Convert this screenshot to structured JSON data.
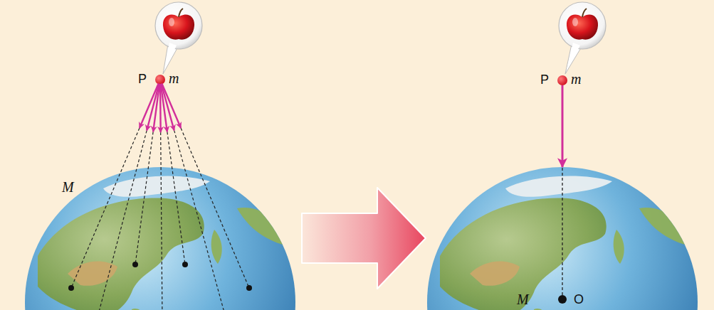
{
  "diagram": {
    "nodes": [
      {
        "text": [
          "P",
          "m"
        ]
      },
      {
        "text": [
          "M"
        ]
      },
      {
        "text": [
          "P",
          "m"
        ]
      },
      {
        "text": [
          "M",
          "O"
        ]
      }
    ],
    "edges": [
      {
        "from": 2,
        "to": 3,
        "arrow": "to"
      }
    ]
  }
}
